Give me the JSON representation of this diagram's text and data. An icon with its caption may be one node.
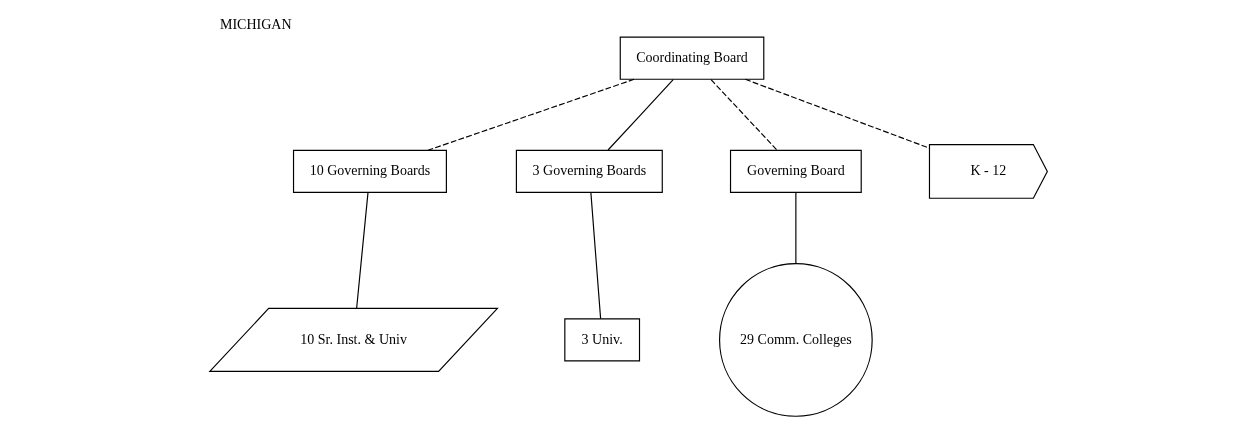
{
  "diagram": {
    "title": "MICHIGAN",
    "nodes": [
      {
        "text": [
          "Coordinating Board"
        ]
      },
      {
        "text": [
          "10 Governing Boards"
        ]
      },
      {
        "text": [
          "3 Governing Boards"
        ]
      },
      {
        "text": [
          "Governing Board"
        ]
      },
      {
        "text": [
          "K - 12"
        ]
      },
      {
        "text": [
          "10 Sr. Inst. & Univ"
        ]
      },
      {
        "text": [
          "3 Univ."
        ]
      },
      {
        "text": [
          "29 Comm. Colleges"
        ]
      }
    ],
    "edges": [
      {
        "from": 0,
        "to": 1,
        "arrow": "none",
        "style": "dashed"
      },
      {
        "from": 0,
        "to": 2,
        "arrow": "none"
      },
      {
        "from": 0,
        "to": 3,
        "arrow": "none",
        "style": "dashed"
      },
      {
        "from": 0,
        "to": 4,
        "arrow": "none",
        "style": "dashed"
      },
      {
        "from": 1,
        "to": 5,
        "arrow": "none"
      },
      {
        "from": 2,
        "to": 6,
        "arrow": "none"
      },
      {
        "from": 3,
        "to": 7,
        "arrow": "none"
      }
    ]
  }
}
